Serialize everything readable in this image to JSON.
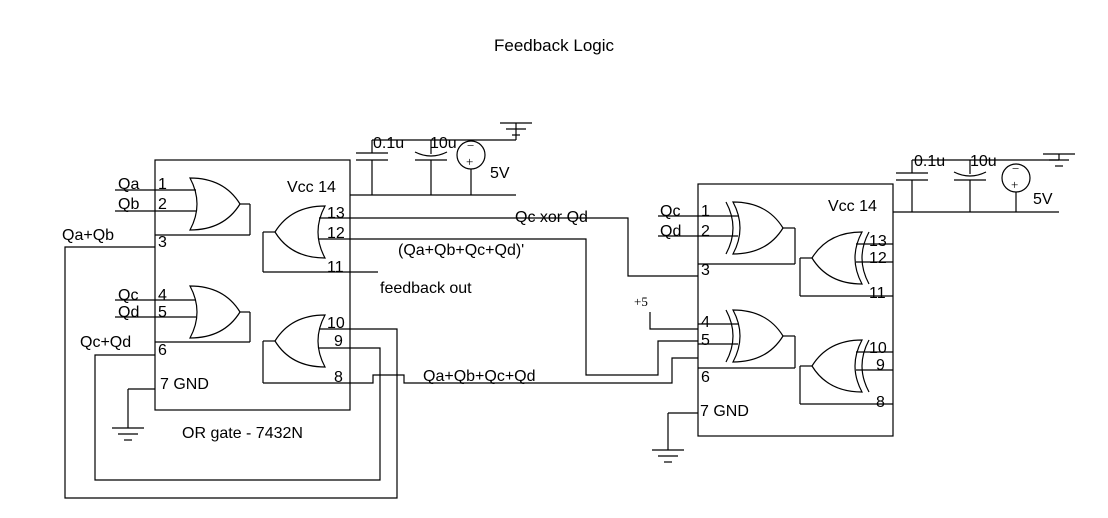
{
  "title": "Feedback Logic",
  "chip1": {
    "name": "OR gate - 7432N",
    "vcc": "Vcc 14",
    "gnd": "7 GND",
    "pins": [
      "1",
      "2",
      "3",
      "4",
      "5",
      "6",
      "8",
      "9",
      "10",
      "11",
      "12",
      "13"
    ]
  },
  "chip2": {
    "vcc": "Vcc 14",
    "gnd": "7 GND",
    "pins": [
      "1",
      "2",
      "3",
      "4",
      "5",
      "6",
      "8",
      "9",
      "10",
      "11",
      "12",
      "13"
    ]
  },
  "signals": {
    "qa": "Qa",
    "qb": "Qb",
    "qc": "Qc",
    "qd": "Qd",
    "qc2": "Qc",
    "qd2": "Qd",
    "qa_or_qb": "Qa+Qb",
    "qc_or_qd": "Qc+Qd",
    "qc_xor_qd": "Qc xor Qd",
    "nor_all": "(Qa+Qb+Qc+Qd)'",
    "feedback_out": "feedback out",
    "or_all": "Qa+Qb+Qc+Qd",
    "plus5": "+5"
  },
  "supply1": {
    "c1": "0.1u",
    "c2": "10u",
    "v": "5V"
  },
  "supply2": {
    "c1": "0.1u",
    "c2": "10u",
    "v": "5V"
  }
}
